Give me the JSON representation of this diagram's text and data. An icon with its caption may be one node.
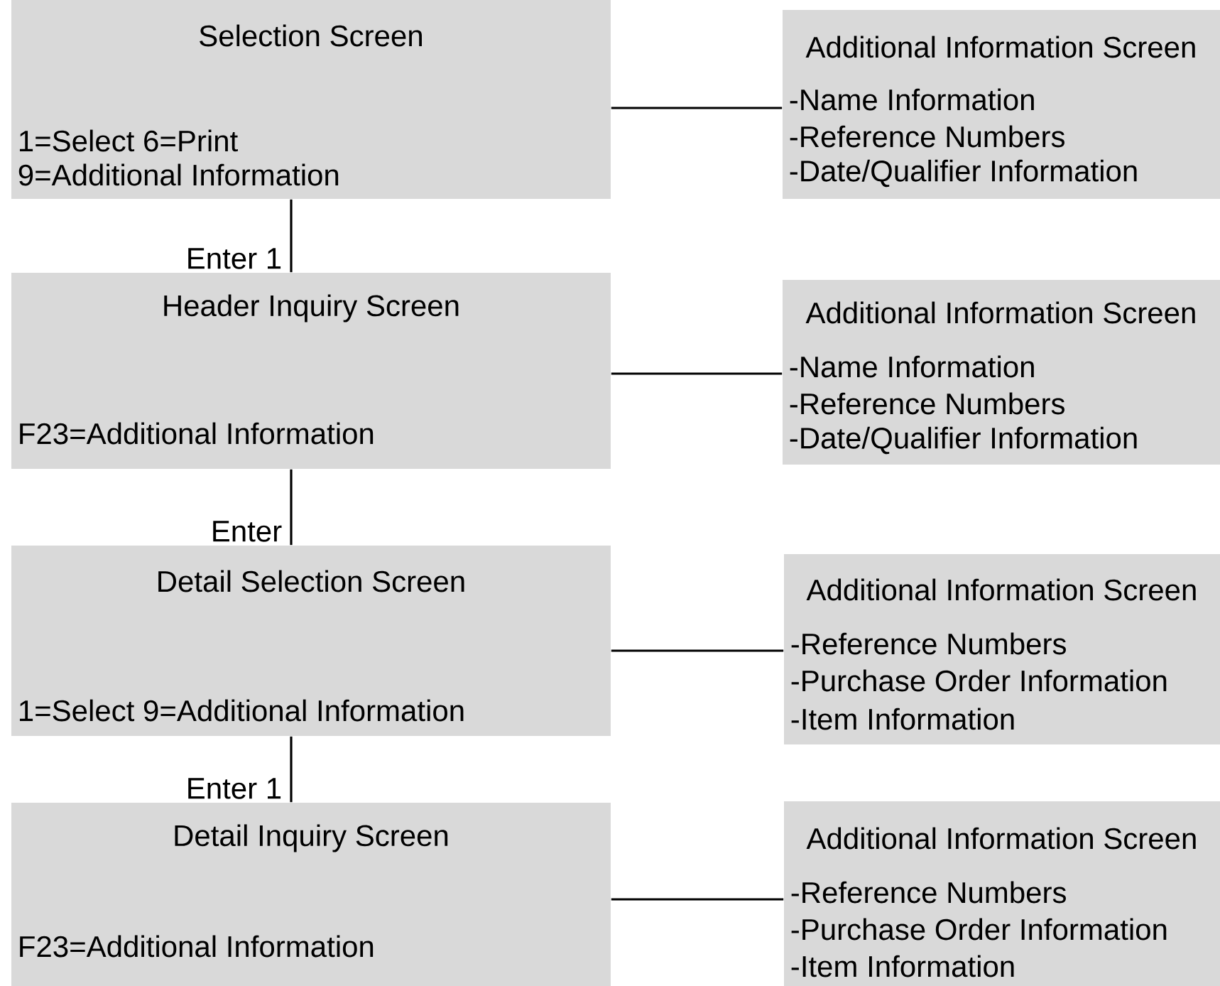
{
  "diagram": {
    "nodes": [
      {
        "text": [
          "Selection Screen",
          "1=Select 6=Print",
          "9=Additional Information"
        ]
      },
      {
        "text": [
          "Additional Information Screen",
          "-Name Information",
          "-Reference Numbers",
          "-Date/Qualifier Information"
        ]
      },
      {
        "text": [
          "Header Inquiry Screen",
          "F23=Additional Information"
        ]
      },
      {
        "text": [
          "Additional Information Screen",
          "-Name Information",
          "-Reference Numbers",
          "-Date/Qualifier Information"
        ]
      },
      {
        "text": [
          "Detail Selection Screen",
          "1=Select 9=Additional Information"
        ]
      },
      {
        "text": [
          "Additional Information Screen",
          "-Reference Numbers",
          "-Purchase Order Information",
          "-Item Information"
        ]
      },
      {
        "text": [
          "Detail Inquiry Screen",
          "F23=Additional Information"
        ]
      },
      {
        "text": [
          "Additional Information Screen",
          "-Reference Numbers",
          "-Purchase Order Information",
          "-Item Information"
        ]
      }
    ],
    "edges": [
      {
        "from": 0,
        "to": 1,
        "arrow": "none"
      },
      {
        "from": 0,
        "to": 2,
        "arrow": "none",
        "label": "Enter 1"
      },
      {
        "from": 2,
        "to": 3,
        "arrow": "none"
      },
      {
        "from": 2,
        "to": 4,
        "arrow": "none",
        "label": "Enter"
      },
      {
        "from": 4,
        "to": 5,
        "arrow": "none"
      },
      {
        "from": 4,
        "to": 6,
        "arrow": "none",
        "label": "Enter 1"
      },
      {
        "from": 6,
        "to": 7,
        "arrow": "none"
      }
    ]
  }
}
